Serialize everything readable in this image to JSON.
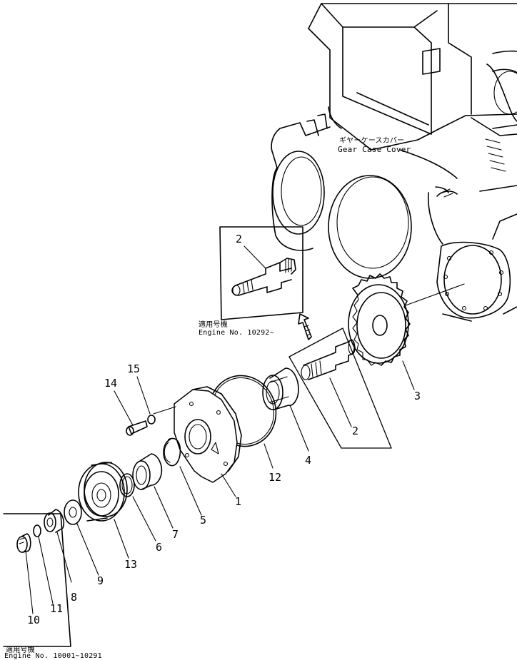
{
  "gear_case": {
    "label_jp": "ギヤーケースカバー",
    "label_en": "Gear Case Cover"
  },
  "inset_top": {
    "label_jp": "適用号機",
    "engine": "Engine No. 10292~"
  },
  "inset_bottom": {
    "label_jp": "適用号機",
    "engine": "Engine No. 10001~10291"
  },
  "callouts": {
    "c1": "1",
    "c2_inset": "2",
    "c2": "2",
    "c3": "3",
    "c4": "4",
    "c5": "5",
    "c6": "6",
    "c7": "7",
    "c8": "8",
    "c9": "9",
    "c10": "10",
    "c11": "11",
    "c12": "12",
    "c13": "13",
    "c14": "14",
    "c15": "15"
  }
}
